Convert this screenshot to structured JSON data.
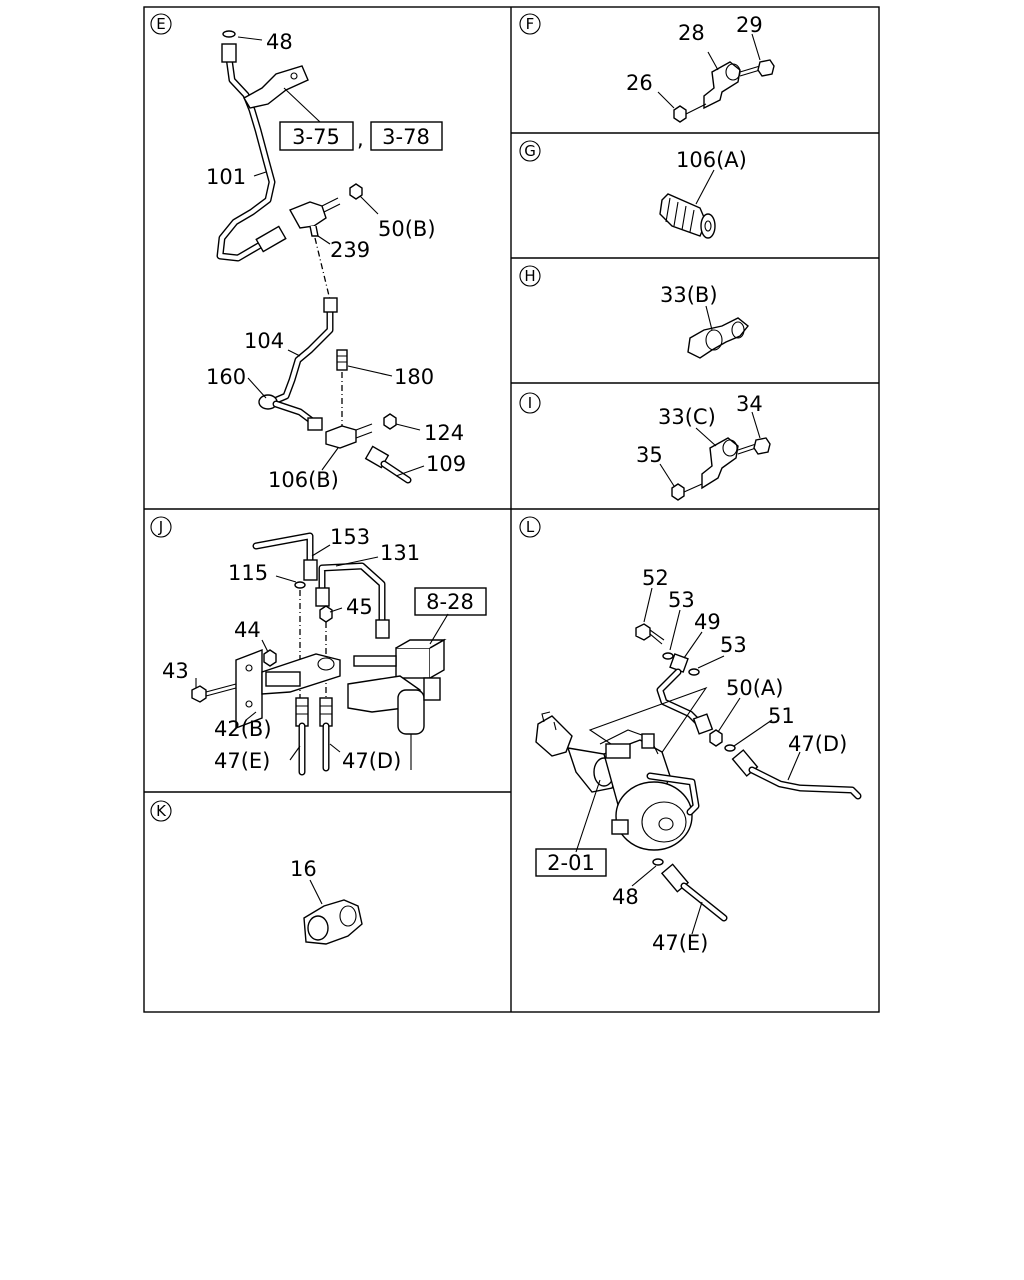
{
  "sections": {
    "E": {
      "letter": "E"
    },
    "F": {
      "letter": "F"
    },
    "G": {
      "letter": "G"
    },
    "H": {
      "letter": "H"
    },
    "I": {
      "letter": "I"
    },
    "J": {
      "letter": "J"
    },
    "K": {
      "letter": "K"
    },
    "L": {
      "letter": "L"
    }
  },
  "labels": {
    "e_48": "48",
    "e_ref_375": "3-75",
    "e_comma": ",",
    "e_ref_378": "3-78",
    "e_101": "101",
    "e_50b": "50(B)",
    "e_239": "239",
    "e_104": "104",
    "e_160": "160",
    "e_180": "180",
    "e_124": "124",
    "e_109": "109",
    "e_106b": "106(B)",
    "f_28": "28",
    "f_29": "29",
    "f_26": "26",
    "g_106a": "106(A)",
    "h_33b": "33(B)",
    "i_33c": "33(C)",
    "i_34": "34",
    "i_35": "35",
    "j_153": "153",
    "j_131": "131",
    "j_115": "115",
    "j_45": "45",
    "j_ref_828": "8-28",
    "j_44": "44",
    "j_43": "43",
    "j_42b": "42(B)",
    "j_47e": "47(E)",
    "j_47d": "47(D)",
    "k_16": "16",
    "l_52": "52",
    "l_53a": "53",
    "l_49": "49",
    "l_53b": "53",
    "l_50a": "50(A)",
    "l_51": "51",
    "l_47d": "47(D)",
    "l_ref_201": "2-01",
    "l_48": "48",
    "l_47e": "47(E)"
  }
}
